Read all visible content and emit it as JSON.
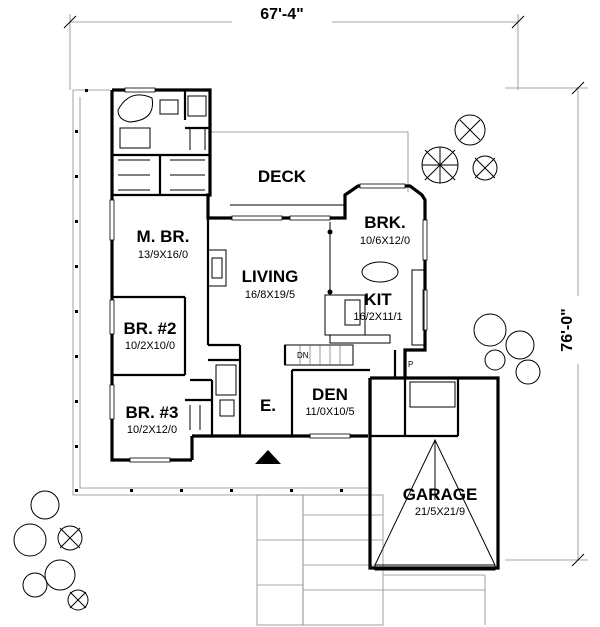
{
  "dimensions": {
    "overall_width": "67'-4\"",
    "overall_depth": "76'-0\""
  },
  "rooms": {
    "deck": {
      "name": "DECK"
    },
    "brk": {
      "name": "BRK.",
      "size": "10/6X12/0"
    },
    "master": {
      "name": "M. BR.",
      "size": "13/9X16/0"
    },
    "living": {
      "name": "LIVING",
      "size": "16/8X19/5"
    },
    "kitchen": {
      "name": "KIT",
      "size": "16/2X11/1"
    },
    "br2": {
      "name": "BR. #2",
      "size": "10/2X10/0"
    },
    "br3": {
      "name": "BR. #3",
      "size": "10/2X12/0"
    },
    "den": {
      "name": "DEN",
      "size": "11/0X10/5"
    },
    "entry": {
      "name": "E."
    },
    "garage": {
      "name": "GARAGE",
      "size": "21/5X21/9"
    }
  },
  "small_labels": {
    "stair": "DN",
    "pantry": "P"
  },
  "icons": [
    "entry-arrow-icon",
    "tree-icon",
    "shrub-icon",
    "bathtub-icon",
    "fireplace-icon"
  ]
}
